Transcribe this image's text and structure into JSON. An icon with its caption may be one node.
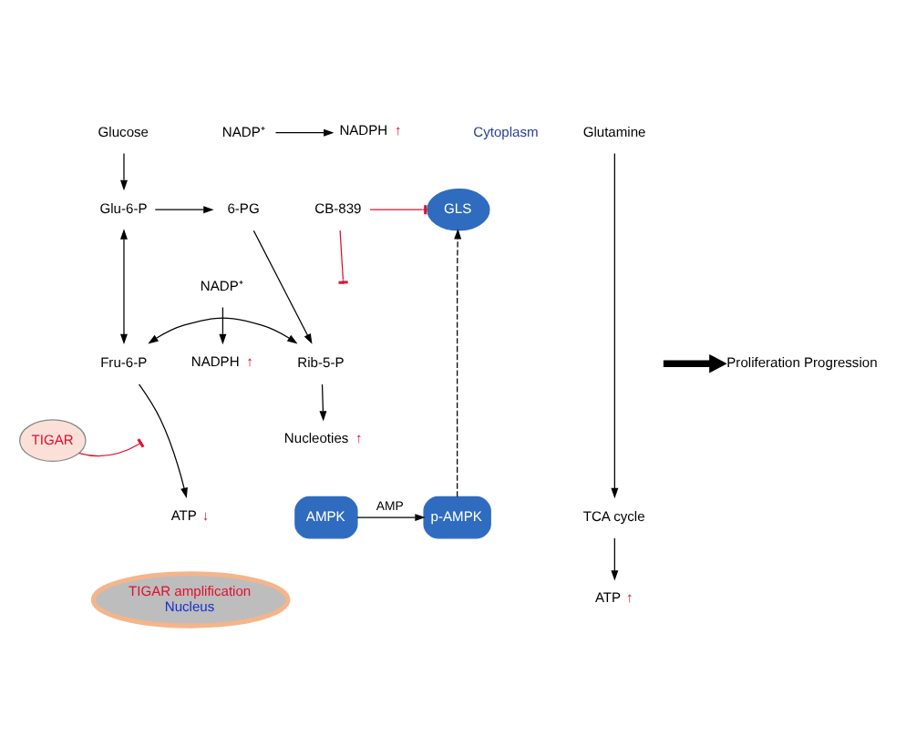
{
  "diagram": {
    "nodes": [
      {
        "text": [
          "Glucose"
        ]
      },
      {
        "text": [
          "Glu-6-P"
        ]
      },
      {
        "text": [
          "6-PG"
        ]
      },
      {
        "text": [
          "Fru-6-P"
        ]
      },
      {
        "text": [
          "Rib-5-P"
        ]
      },
      {
        "text": [
          "Nucleoties"
        ],
        "beside": [
          "↑"
        ]
      },
      {
        "text": [
          "TIGAR"
        ]
      },
      {
        "text": [
          "ATP"
        ],
        "beside": [
          "↓"
        ]
      },
      {
        "text": [
          "AMPK"
        ]
      },
      {
        "text": [
          "p-AMPK"
        ]
      },
      {
        "text": [
          "GLS"
        ]
      },
      {
        "text": [
          "Glutamine"
        ]
      },
      {
        "text": [
          "CB-839"
        ]
      },
      {
        "text": [
          "Proliferation Progression"
        ]
      },
      {
        "text": [
          "TCA cycle"
        ]
      },
      {
        "text": [
          "ATP"
        ],
        "beside": [
          "↑"
        ]
      },
      {
        "text": [
          "TIGAR amplification",
          "Nucleus"
        ]
      },
      {
        "text": [
          "NADP⁺"
        ]
      },
      {
        "text": [
          "NADPH"
        ],
        "beside": [
          "↑"
        ]
      },
      {
        "text": [
          "NADP⁺"
        ]
      },
      {
        "text": [
          "NADPH"
        ],
        "beside": [
          "↑"
        ]
      }
    ],
    "edges": [
      {
        "from": 0,
        "to": 1,
        "arrow": "to"
      },
      {
        "from": 1,
        "to": 2,
        "arrow": "to"
      },
      {
        "from": 17,
        "to": 18,
        "arrow": "to"
      },
      {
        "from": 1,
        "to": 3,
        "arrow": "both"
      },
      {
        "from": 2,
        "to": 4,
        "arrow": "to"
      },
      {
        "from": 19,
        "to": 20,
        "arrow": "to"
      },
      {
        "from": 3,
        "to": 4,
        "arrow": "both"
      },
      {
        "from": 4,
        "to": 5,
        "arrow": "to"
      },
      {
        "from": 3,
        "to": 7,
        "arrow": "to"
      },
      {
        "from": 6,
        "to": null,
        "arrow": "other",
        "color": "#e0102f"
      },
      {
        "from": 8,
        "to": 9,
        "arrow": "to",
        "label": "AMP"
      },
      {
        "from": 9,
        "to": 10,
        "arrow": "to",
        "style": "dashed"
      },
      {
        "from": 11,
        "to": 14,
        "arrow": "to"
      },
      {
        "from": 12,
        "to": 10,
        "arrow": "other",
        "color": "#e0102f"
      },
      {
        "from": 12,
        "to": null,
        "arrow": "other",
        "color": "#e0102f"
      },
      {
        "from": null,
        "to": 13,
        "arrow": "to",
        "style": "thick"
      },
      {
        "from": 14,
        "to": 15,
        "arrow": "to"
      }
    ],
    "labels": [
      "Cytoplasm"
    ]
  }
}
